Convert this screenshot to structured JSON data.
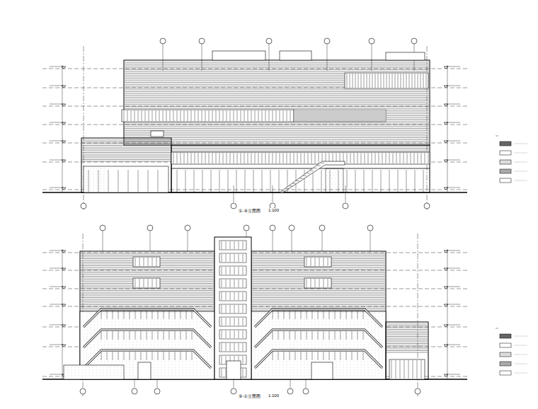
{
  "diagram": {
    "labels": [
      "①-⑨立面图",
      "1:100",
      "⑨-①立面图",
      "1:100"
    ]
  }
}
